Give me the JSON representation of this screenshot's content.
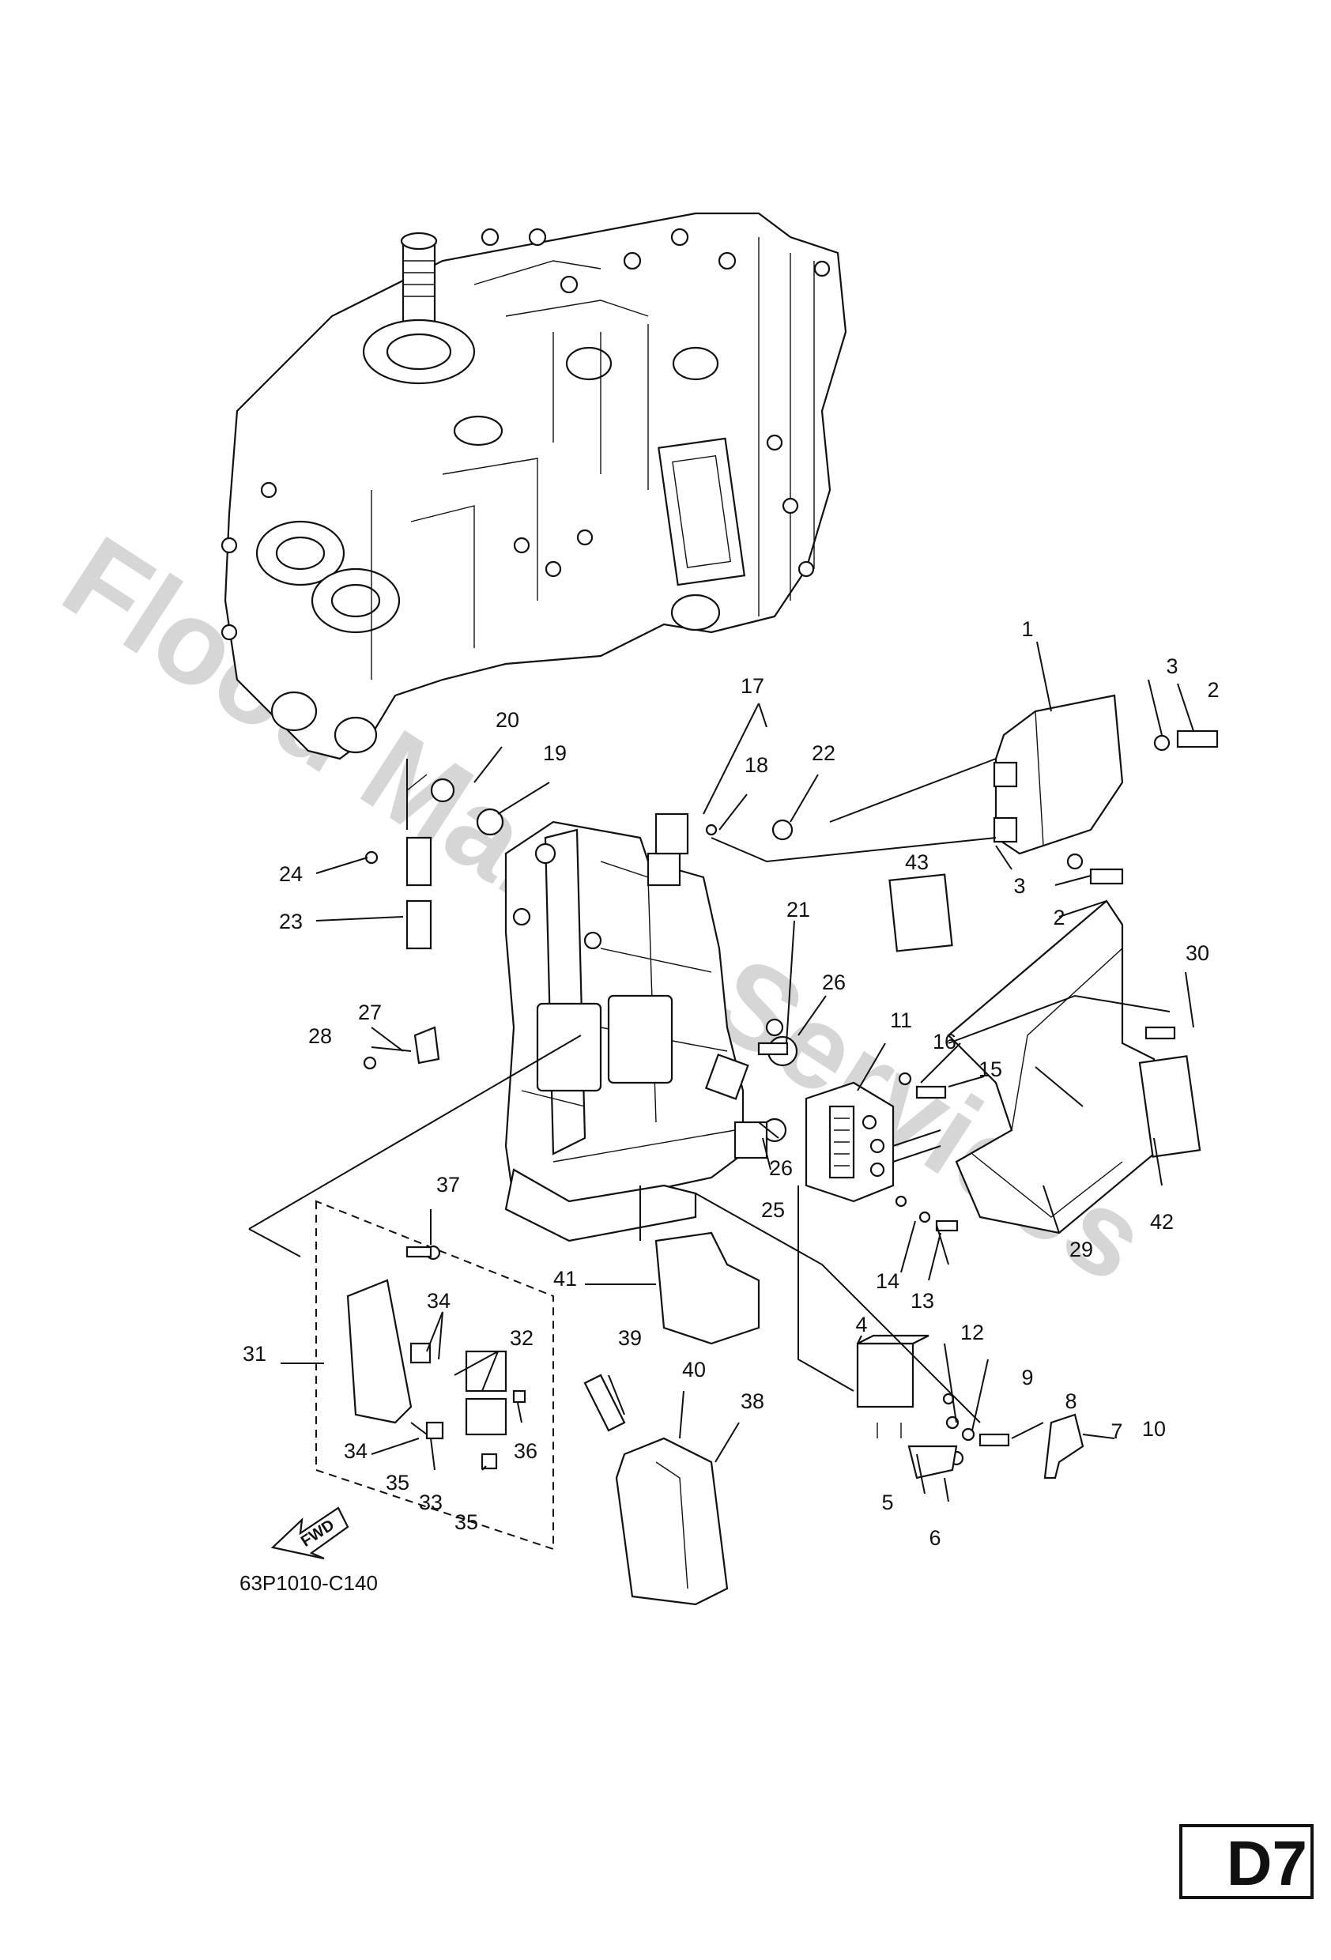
{
  "watermark": "Flood Marine Services",
  "diagram_code": "63P1010-C140",
  "page_code": "D7",
  "fwd_label": "FWD",
  "callouts": [
    "1",
    "2",
    "3",
    "2",
    "3",
    "4",
    "5",
    "6",
    "7",
    "8",
    "9",
    "10",
    "11",
    "12",
    "13",
    "14",
    "15",
    "16",
    "17",
    "18",
    "19",
    "20",
    "21",
    "22",
    "23",
    "24",
    "25",
    "26",
    "26",
    "27",
    "28",
    "29",
    "30",
    "31",
    "32",
    "33",
    "34",
    "34",
    "35",
    "35",
    "36",
    "37",
    "38",
    "39",
    "40",
    "41",
    "42",
    "43"
  ]
}
